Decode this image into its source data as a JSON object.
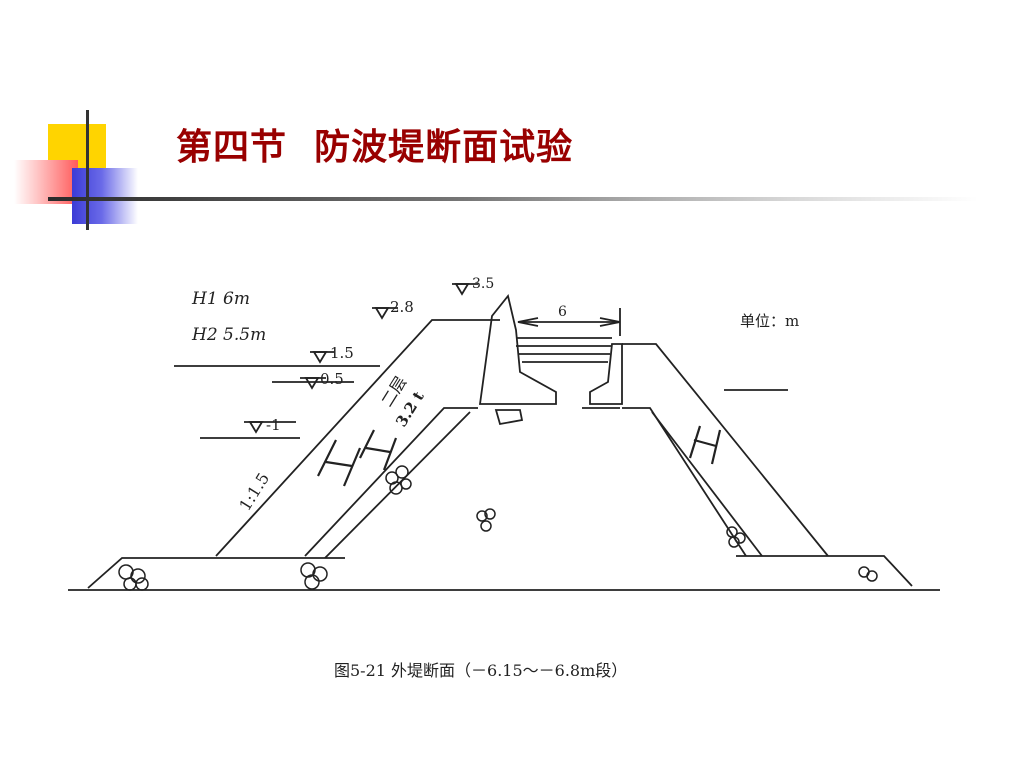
{
  "slide": {
    "title": "第四节  防波堤断面试验"
  },
  "diagram": {
    "wave_h1": "H1 6m",
    "wave_h2": "H2 5.5m",
    "elev_top": "3.5",
    "elev_crest": "2.8",
    "elev_hwl": "1.5",
    "elev_mwl": "0.5",
    "elev_lwl": "-1",
    "dim_width": "6",
    "unit": "单位：m",
    "slope": "1:1.5",
    "armor_layers": "二层",
    "armor_weight": "3.2 t",
    "caption": "图5-21   外堤断面（－6.15～－6.8m段）"
  }
}
